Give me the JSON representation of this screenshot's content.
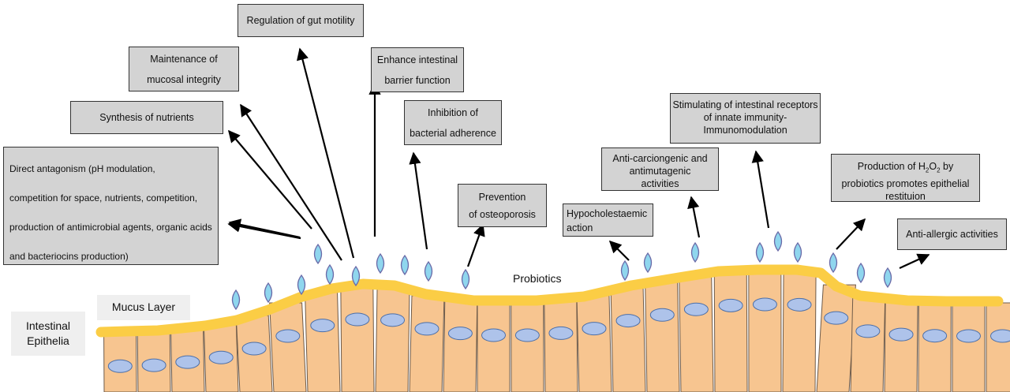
{
  "colors": {
    "mucus": "#fbcd45",
    "cell_fill": "#f7c590",
    "cell_stroke": "#6e5a48",
    "nucleus_fill": "#aec3ea",
    "nucleus_stroke": "#4c6fa8",
    "probiotic_fill": "#8fd6ee",
    "probiotic_stroke": "#6a6aa8",
    "box_fill": "#d3d3d3",
    "arrow": "#000000"
  },
  "labels": {
    "probiotics": "Probiotics",
    "mucus_layer": "Mucus Layer",
    "intestinal_epithelia": [
      "Intestinal",
      "Epithelia"
    ]
  },
  "boxes": {
    "gut_motility": [
      "Regulation of gut motility"
    ],
    "mucosal_integrity": [
      "Maintenance of",
      "mucosal integrity"
    ],
    "synthesis_nutrients": [
      "Synthesis of nutrients"
    ],
    "direct_antagonism": [
      "Direct antagonism (pH modulation,",
      "competition for space, nutrients, competition,",
      "production of antimicrobial agents, organic acids",
      "and bacteriocins production)"
    ],
    "barrier_function": [
      "Enhance intestinal",
      "barrier function"
    ],
    "bacterial_adherence": [
      "Inhibition of",
      "bacterial adherence"
    ],
    "osteoporosis": [
      "Prevention",
      "of osteoporosis"
    ],
    "hypocholestaemic": [
      "Hypocholestaemic",
      "action"
    ],
    "anticarcinogenic": [
      "Anti-carciongenic and",
      "antimutagenic",
      "activities"
    ],
    "immunomodulation": [
      "Stimulating of intestinal receptors",
      "of innate immunity-",
      "Immunomodulation"
    ],
    "h2o2": {
      "pre": "Production of H",
      "sub1": "2",
      "mid": "O",
      "sub2": "2",
      "post": " by",
      "lines": [
        "probiotics promotes epithelial",
        "restituion"
      ]
    },
    "anti_allergic": [
      "Anti-allergic activities"
    ]
  }
}
